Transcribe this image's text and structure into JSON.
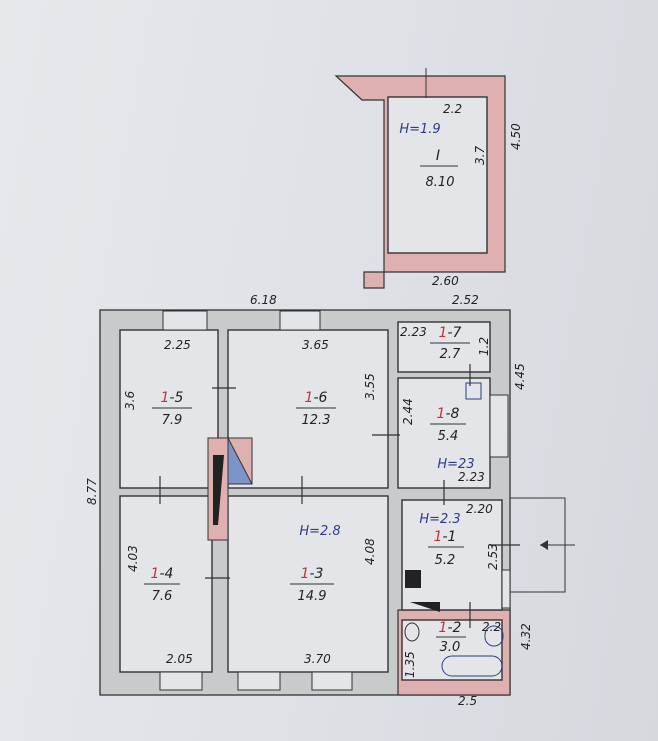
{
  "annex": {
    "label": "I",
    "area": "8.10",
    "height": "H=1.9",
    "dims": {
      "top": "2.2",
      "right_inner": "3.7",
      "right_outer": "4.50",
      "bottom": "2.60"
    }
  },
  "house": {
    "dims": {
      "top_left": "6.18",
      "top_right": "2.52",
      "left": "8.77",
      "right_upper": "4.45",
      "right_lower": "4.32",
      "bottom_right": "2.5"
    }
  },
  "rooms": [
    {
      "id": "5",
      "area": "7.9",
      "dims": [
        "2.25",
        "3.6"
      ]
    },
    {
      "id": "6",
      "area": "12.3",
      "dims": [
        "3.65",
        "3.55"
      ]
    },
    {
      "id": "4",
      "area": "7.6",
      "dims": [
        "4.03",
        "2.05"
      ]
    },
    {
      "id": "3",
      "area": "14.9",
      "height": "H=2.8",
      "dims": [
        "4.08",
        "3.70"
      ]
    },
    {
      "id": "7",
      "area": "2.7",
      "dims": [
        "2.23",
        "1.2"
      ]
    },
    {
      "id": "8",
      "area": "5.4",
      "height": "H=23",
      "dims": [
        "2.44",
        "2.23"
      ]
    },
    {
      "id": "1",
      "area": "5.2",
      "height": "H=2.3",
      "dims": [
        "2.20",
        "2.53"
      ]
    },
    {
      "id": "2",
      "area": "3.0",
      "dims": [
        "2.2",
        "1.35"
      ]
    }
  ],
  "floor_prefix": "1",
  "colors": {
    "wall": "#c9cacc",
    "exterior": "#c8313a",
    "pink": "#dfb0b0",
    "stove_blue": "#7d94c9"
  }
}
